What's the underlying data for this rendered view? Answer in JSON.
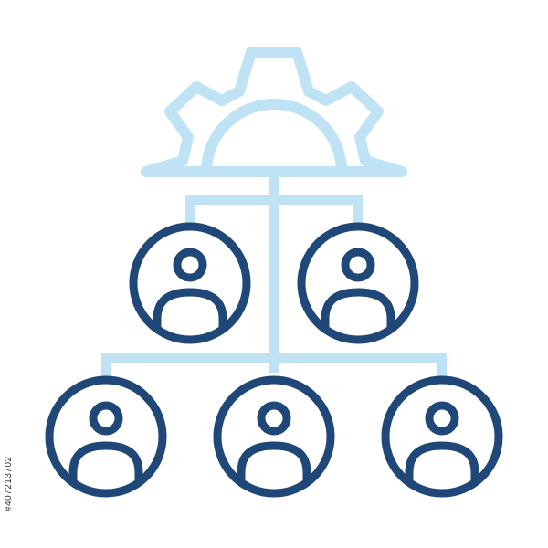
{
  "stock_id": "#407213702",
  "colors": {
    "light": "#bfe3f5",
    "dark": "#1f4777",
    "background": "#ffffff"
  },
  "icons": {
    "gear": "gear-icon",
    "person": "person-icon",
    "connector": "org-chart-connector"
  },
  "tree": {
    "root": "gear",
    "level_1_people": 2,
    "level_2_people": 3
  }
}
